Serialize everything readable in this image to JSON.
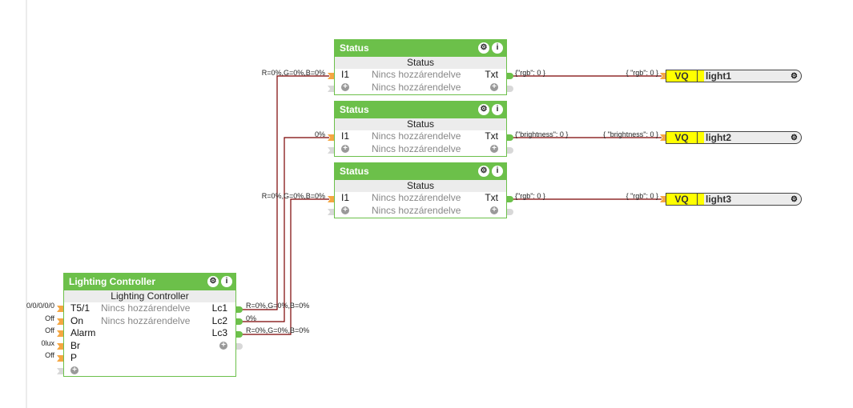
{
  "status_blocks": [
    {
      "title": "Status",
      "subtitle": "Status",
      "input": "I1",
      "output": "Txt",
      "unassigned": "Nincs hozzárendelve",
      "input_value": "R=0%,G=0%,B=0%",
      "output_value": "{\"rgb\": 0 }"
    },
    {
      "title": "Status",
      "subtitle": "Status",
      "input": "I1",
      "output": "Txt",
      "unassigned": "Nincs hozzárendelve",
      "input_value": "0%",
      "output_value": "{\"brightness\": 0 }"
    },
    {
      "title": "Status",
      "subtitle": "Status",
      "input": "I1",
      "output": "Txt",
      "unassigned": "Nincs hozzárendelve",
      "input_value": "R=0%,G=0%,B=0%",
      "output_value": "{\"rgb\": 0 }"
    }
  ],
  "vq_blocks": [
    {
      "tag": "VQ",
      "name": "light1",
      "value": "{ \"rgb\": 0 }"
    },
    {
      "tag": "VQ",
      "name": "light2",
      "value": "{ \"brightness\": 0 }"
    },
    {
      "tag": "VQ",
      "name": "light3",
      "value": "{ \"rgb\": 0 }"
    }
  ],
  "lighting_controller": {
    "title": "Lighting Controller",
    "subtitle": "Lighting Controller",
    "unassigned": "Nincs hozzárendelve",
    "inputs": [
      {
        "name": "T5/1",
        "value": "0/0/0/0/0"
      },
      {
        "name": "On",
        "value": "Off"
      },
      {
        "name": "Alarm",
        "value": "Off"
      },
      {
        "name": "Br",
        "value": "0lux"
      },
      {
        "name": "P",
        "value": "Off"
      }
    ],
    "outputs": [
      {
        "name": "Lc1",
        "value": "R=0%,G=0%,B=0%"
      },
      {
        "name": "Lc2",
        "value": "0%"
      },
      {
        "name": "Lc3",
        "value": "R=0%,G=0%,B=0%"
      }
    ]
  },
  "icons": {
    "gear": "⚙",
    "info": "i",
    "plus": "+"
  },
  "colors": {
    "block_green": "#6cc04a",
    "wire": "#7a0000",
    "vq_yellow": "#ffff00",
    "input_port": "#f5a742"
  }
}
